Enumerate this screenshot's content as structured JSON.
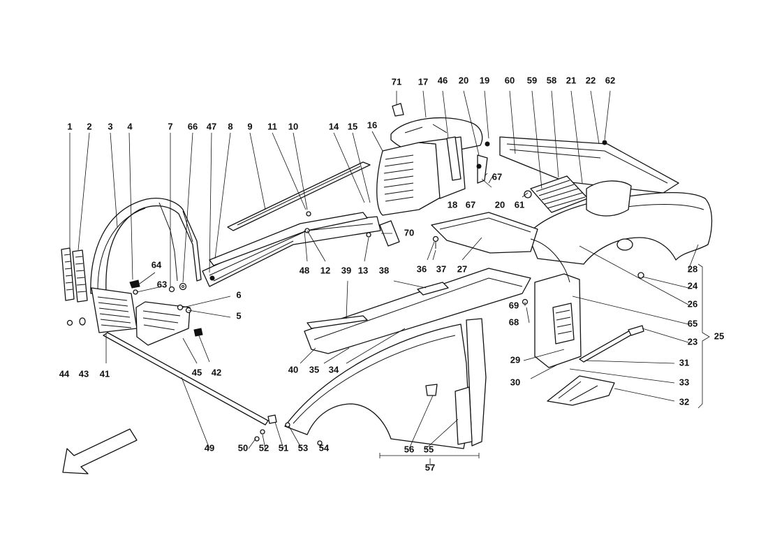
{
  "diagram": {
    "callouts": [
      {
        "id": "c1",
        "text": "1"
      },
      {
        "id": "c2",
        "text": "2"
      },
      {
        "id": "c3",
        "text": "3"
      },
      {
        "id": "c4",
        "text": "4"
      },
      {
        "id": "c7",
        "text": "7"
      },
      {
        "id": "c66",
        "text": "66"
      },
      {
        "id": "c47",
        "text": "47"
      },
      {
        "id": "c8",
        "text": "8"
      },
      {
        "id": "c9",
        "text": "9"
      },
      {
        "id": "c11",
        "text": "11"
      },
      {
        "id": "c10",
        "text": "10"
      },
      {
        "id": "c14",
        "text": "14"
      },
      {
        "id": "c15",
        "text": "15"
      },
      {
        "id": "c16",
        "text": "16"
      },
      {
        "id": "c71",
        "text": "71"
      },
      {
        "id": "c17",
        "text": "17"
      },
      {
        "id": "c46",
        "text": "46"
      },
      {
        "id": "c20a",
        "text": "20"
      },
      {
        "id": "c19",
        "text": "19"
      },
      {
        "id": "c60",
        "text": "60"
      },
      {
        "id": "c59",
        "text": "59"
      },
      {
        "id": "c58",
        "text": "58"
      },
      {
        "id": "c21",
        "text": "21"
      },
      {
        "id": "c22",
        "text": "22"
      },
      {
        "id": "c62",
        "text": "62"
      },
      {
        "id": "c67a",
        "text": "67"
      },
      {
        "id": "c18",
        "text": "18"
      },
      {
        "id": "c67b",
        "text": "67"
      },
      {
        "id": "c20b",
        "text": "20"
      },
      {
        "id": "c61",
        "text": "61"
      },
      {
        "id": "c70",
        "text": "70"
      },
      {
        "id": "c64",
        "text": "64"
      },
      {
        "id": "c63",
        "text": "63"
      },
      {
        "id": "c6",
        "text": "6"
      },
      {
        "id": "c5",
        "text": "5"
      },
      {
        "id": "c48",
        "text": "48"
      },
      {
        "id": "c12",
        "text": "12"
      },
      {
        "id": "c13",
        "text": "13"
      },
      {
        "id": "c36",
        "text": "36"
      },
      {
        "id": "c37",
        "text": "37"
      },
      {
        "id": "c27",
        "text": "27"
      },
      {
        "id": "c28",
        "text": "28"
      },
      {
        "id": "c24",
        "text": "24"
      },
      {
        "id": "c26",
        "text": "26"
      },
      {
        "id": "c65",
        "text": "65"
      },
      {
        "id": "c23",
        "text": "23"
      },
      {
        "id": "c25",
        "text": "25"
      },
      {
        "id": "c39",
        "text": "39"
      },
      {
        "id": "c38",
        "text": "38"
      },
      {
        "id": "c69",
        "text": "69"
      },
      {
        "id": "c68",
        "text": "68"
      },
      {
        "id": "c44",
        "text": "44"
      },
      {
        "id": "c43",
        "text": "43"
      },
      {
        "id": "c41",
        "text": "41"
      },
      {
        "id": "c45",
        "text": "45"
      },
      {
        "id": "c42",
        "text": "42"
      },
      {
        "id": "c40",
        "text": "40"
      },
      {
        "id": "c35",
        "text": "35"
      },
      {
        "id": "c34",
        "text": "34"
      },
      {
        "id": "c29",
        "text": "29"
      },
      {
        "id": "c31",
        "text": "31"
      },
      {
        "id": "c30",
        "text": "30"
      },
      {
        "id": "c33",
        "text": "33"
      },
      {
        "id": "c32",
        "text": "32"
      },
      {
        "id": "c49",
        "text": "49"
      },
      {
        "id": "c50",
        "text": "50"
      },
      {
        "id": "c52",
        "text": "52"
      },
      {
        "id": "c51",
        "text": "51"
      },
      {
        "id": "c53",
        "text": "53"
      },
      {
        "id": "c54",
        "text": "54"
      },
      {
        "id": "c56",
        "text": "56"
      },
      {
        "id": "c55",
        "text": "55"
      },
      {
        "id": "c57",
        "text": "57"
      }
    ],
    "direction_arrow_icon": "front-direction-arrow-icon",
    "line_color": "#111111",
    "background_color": "#ffffff"
  }
}
